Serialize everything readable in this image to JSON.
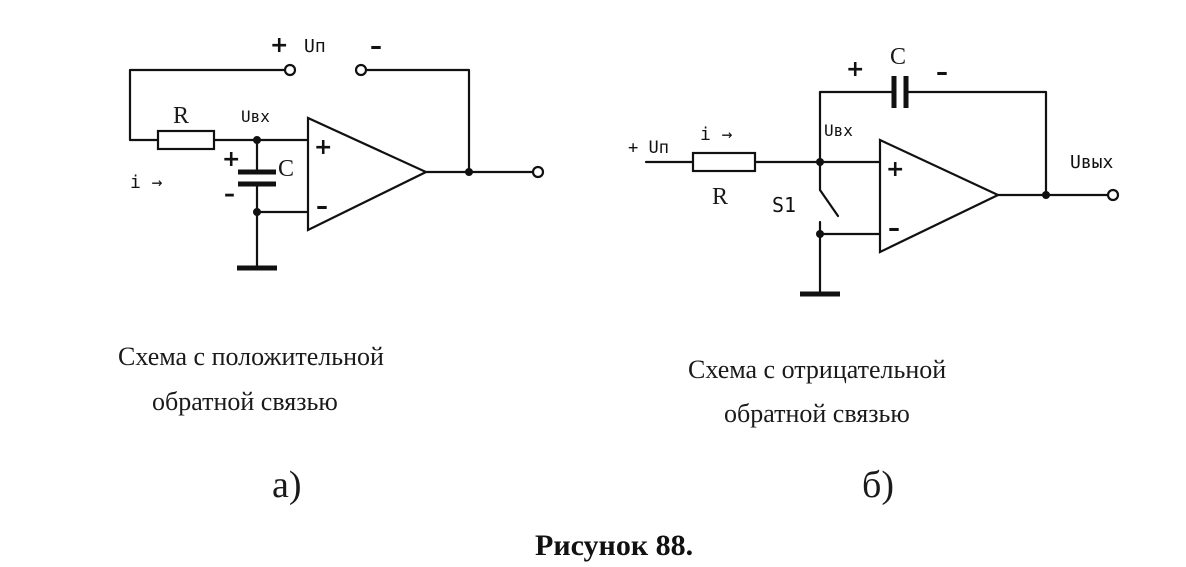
{
  "circuit_a": {
    "supply_plus": "+",
    "supply_label": "Uп",
    "supply_minus": "–",
    "resistor": "R",
    "input_voltage": "Uвх",
    "current": "i →",
    "cap_plus": "+",
    "cap_minus": "–",
    "capacitor": "C",
    "opamp_plus": "+",
    "opamp_minus": "–",
    "caption_line1": "Схема с положительной",
    "caption_line2": "обратной связью",
    "letter": "а)"
  },
  "circuit_b": {
    "cap_plus": "+",
    "capacitor": "C",
    "cap_minus": "–",
    "supply_label": "+ Uп",
    "current": "i →",
    "input_voltage": "Uвх",
    "resistor": "R",
    "switch": "S1",
    "output_voltage": "Uвых",
    "opamp_plus": "+",
    "opamp_minus": "–",
    "caption_line1": "Схема с отрицательной",
    "caption_line2": "обратной связью",
    "letter": "б)"
  },
  "figure_caption": "Рисунок 88."
}
